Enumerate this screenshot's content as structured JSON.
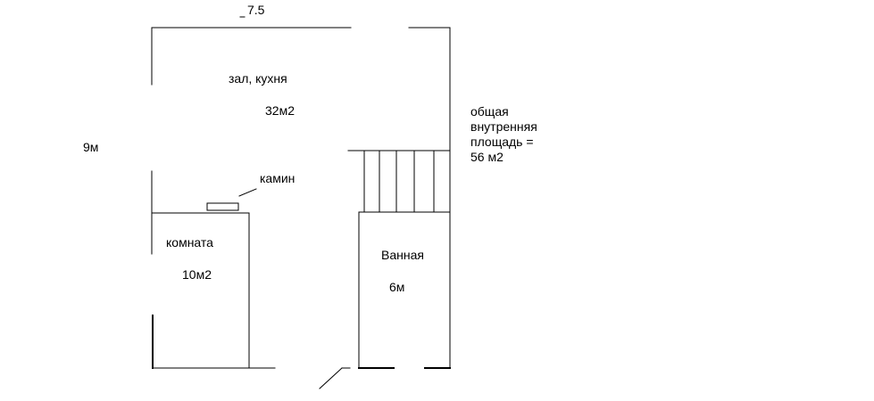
{
  "labels": {
    "width_dim": "7.5",
    "height_dim": "9м",
    "hall_name": "зал, кухня",
    "hall_area": "32м2",
    "fireplace": "камин",
    "room_name": "комната",
    "room_area": "10м2",
    "bath_name": "Ванная",
    "bath_area": "6м",
    "total_area_lines": [
      "общая",
      "внутренняя",
      "площадь =",
      "56 м2"
    ]
  }
}
